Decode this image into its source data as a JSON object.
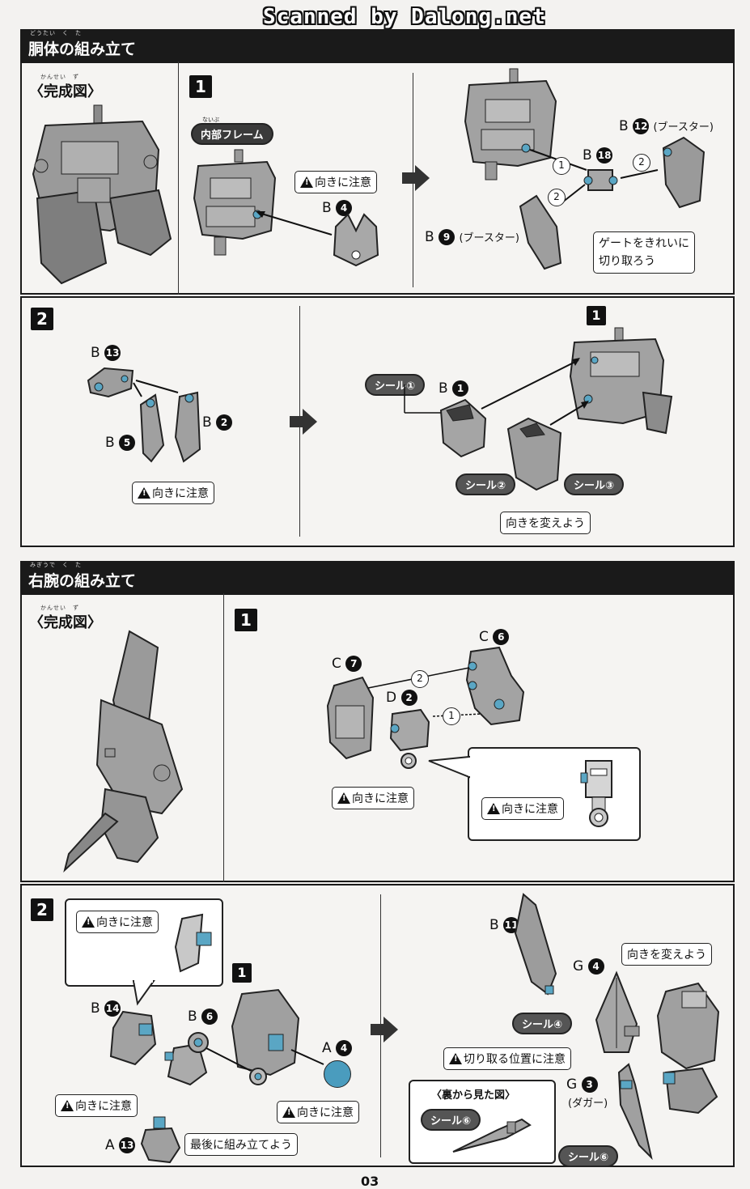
{
  "scan_credit": "Scanned by Dalong.net",
  "section1": {
    "ruby": "どうたい　く　た",
    "title": "胴体の組み立て",
    "kansei_ruby": "かんせい　ず",
    "kansei": "〈完成図〉",
    "step1": {
      "num": "1",
      "frame_ruby": "ないぶ",
      "frame_label": "内部フレーム",
      "note_orient": "向きに注意",
      "part_b4": "B",
      "part_b4_n": "4",
      "part_b12": "B",
      "part_b12_n": "12",
      "booster": "(ブースター)",
      "part_b18": "B",
      "part_b18_n": "18",
      "part_b9": "B",
      "part_b9_n": "9",
      "order1": "1",
      "order2": "2",
      "gate_line1": "ゲートをきれいに",
      "gate_line2": "切り取ろう"
    },
    "step2": {
      "num": "2",
      "part_b13": "B",
      "part_b13_n": "13",
      "part_b2": "B",
      "part_b2_n": "2",
      "part_b5": "B",
      "part_b5_n": "5",
      "note_orient": "向きに注意",
      "sub_step": "1",
      "seal1": "シール①",
      "part_b1": "B",
      "part_b1_n": "1",
      "seal2": "シール②",
      "seal3": "シール③",
      "note_change": "向きを変えよう"
    }
  },
  "section2": {
    "ruby": "みぎうで　く　た",
    "title": "右腕の組み立て",
    "kansei_ruby": "かんせい　ず",
    "kansei": "〈完成図〉",
    "step1": {
      "num": "1",
      "part_c6": "C",
      "part_c6_n": "6",
      "part_c7": "C",
      "part_c7_n": "7",
      "part_d2": "D",
      "part_d2_n": "2",
      "order1": "1",
      "order2": "2",
      "note_orient": "向きに注意",
      "note_orient2": "向きに注意"
    },
    "step2": {
      "num": "2",
      "note_orient_top": "向きに注意",
      "part_b14": "B",
      "part_b14_n": "14",
      "part_b6": "B",
      "part_b6_n": "6",
      "sub_step": "1",
      "part_a4": "A",
      "part_a4_n": "4",
      "note_orient_left": "向きに注意",
      "note_orient_right": "向きに注意",
      "part_a13": "A",
      "part_a13_n": "13",
      "note_last": "最後に組み立てよう",
      "part_b11": "B",
      "part_b11_n": "11",
      "part_g4": "G",
      "part_g4_n": "4",
      "note_change": "向きを変えよう",
      "seal4": "シール④",
      "note_cut": "切り取る位置に注意",
      "part_g3": "G",
      "part_g3_n": "3",
      "dagger": "(ダガー)",
      "back_view": "〈裏から見た図〉",
      "seal6a": "シール⑥",
      "seal6b": "シール⑥"
    }
  },
  "page_number": "03"
}
